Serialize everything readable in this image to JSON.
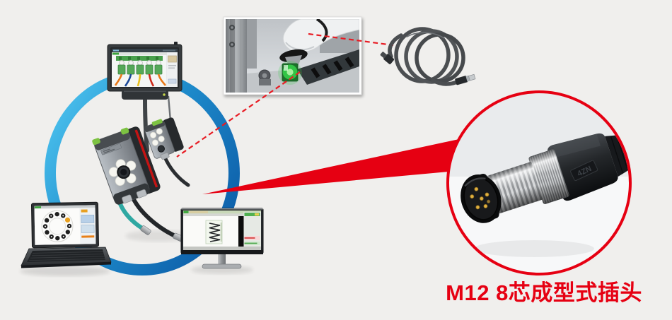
{
  "palette": {
    "background": "#f0efed",
    "accent_red": "#e60012",
    "dashed_line_red": "#e81c24",
    "ring_blue_light": "#4cc2ee",
    "ring_blue_dark": "#0b59a5",
    "cable_teal": "#2fa8a2",
    "sensor_green_bumper": "#7dc242",
    "sensor_glow_green": "#35d34a",
    "gold_pin": "#e0b040"
  },
  "caption": {
    "text": "M12 8芯成型式插头"
  },
  "connector": {
    "emboss_text": "4ZN"
  },
  "illustrations": [
    "touch-panel",
    "vision-sensor-large",
    "vision-sensor-small",
    "laptop",
    "desktop-monitor",
    "robot-cell-photo",
    "coiled-cable",
    "callout-wedge",
    "m12-connector-closeup"
  ]
}
